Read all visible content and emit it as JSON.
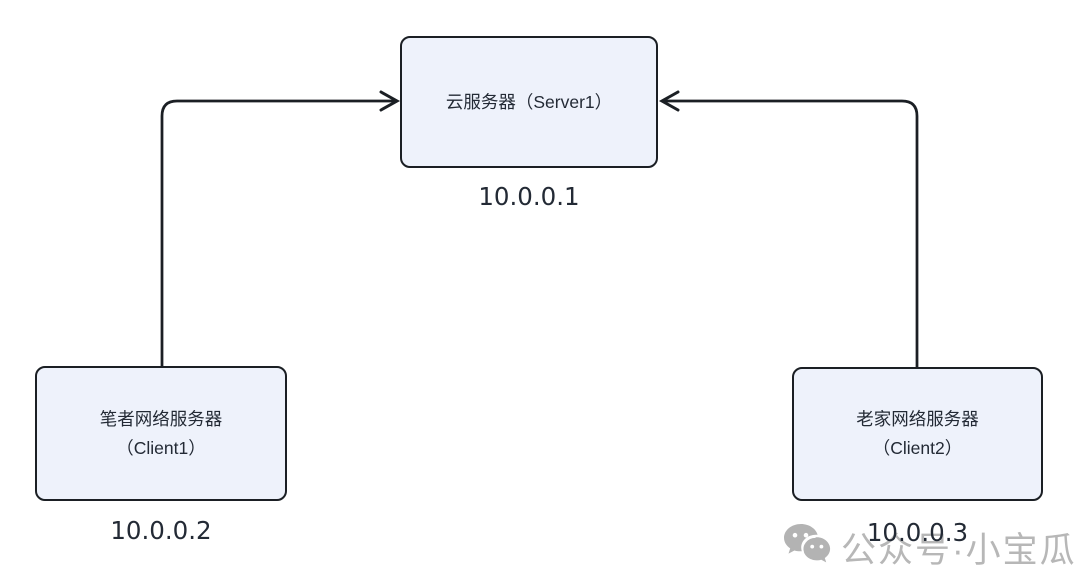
{
  "diagram": {
    "type": "network-topology",
    "nodes": [
      {
        "id": "server1",
        "label": "云服务器（Server1）",
        "ip": "10.0.0.1"
      },
      {
        "id": "client1",
        "label": "笔者网络服务器",
        "sublabel": "（Client1）",
        "ip": "10.0.0.2"
      },
      {
        "id": "client2",
        "label": "老家网络服务器",
        "sublabel": "（Client2）",
        "ip": "10.0.0.3"
      }
    ],
    "edges": [
      {
        "from": "client1",
        "to": "server1",
        "style": "orthogonal-arrow"
      },
      {
        "from": "client2",
        "to": "server1",
        "style": "orthogonal-arrow"
      }
    ]
  },
  "watermark": {
    "icon": "wechat-icon",
    "text": "公众号·小宝瓜"
  },
  "colors": {
    "bg": "#ffffff",
    "node_fill": "#eef2fb",
    "node_border": "#1b1f24",
    "node_text": "#232a35",
    "line": "#1b1f24",
    "ip_text": "#232a35",
    "watermark": "#b7b7b7"
  }
}
